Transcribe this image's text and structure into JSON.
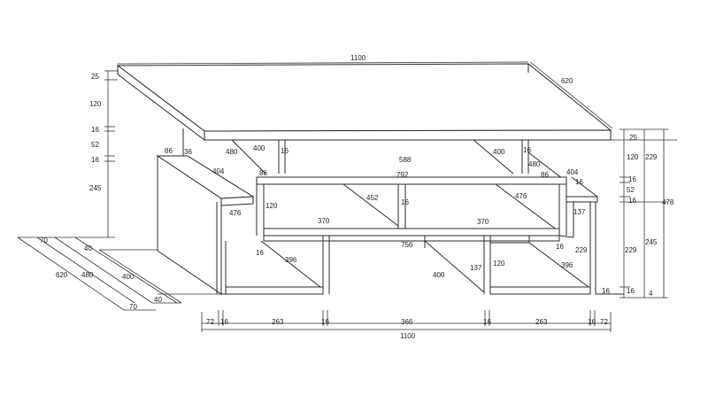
{
  "labels": {
    "top_width": "1100",
    "top_depth": "620",
    "top_thick_left": "25",
    "gap_left_120": "120",
    "board_left_16a": "16",
    "gap_left_52": "52",
    "board_left_16b": "16",
    "height_left_245": "245",
    "top_thick_right": "25",
    "gap_right_120": "120",
    "board_right_16a": "16",
    "gap_right_52": "52",
    "board_right_16b": "16",
    "gap_right_229": "229",
    "board_right_16c": "16",
    "foot_right_4": "4",
    "total_229": "229",
    "total_478": "478",
    "total_245": "245",
    "upper_400_left": "400",
    "upper_480_left": "480",
    "upper_16_left": "16",
    "upper_588": "588",
    "upper_400_right": "400",
    "upper_16_right": "16",
    "upper_480_right": "480",
    "side_86_left": "86",
    "side_36": "36",
    "side_404_left": "404",
    "side_86_mid": "86",
    "mid_792": "792",
    "side_86_right": "86",
    "side_404_right": "404",
    "side_16_right": "16",
    "mid_476_left": "476",
    "mid_120": "120",
    "mid_452": "452",
    "mid_16": "16",
    "mid_476_right": "476",
    "mid_137_right": "137",
    "mid_370_left": "370",
    "mid_370_right": "370",
    "low_756": "756",
    "low_16_left": "16",
    "low_16_right": "16",
    "low_396_left": "396",
    "low_229": "229",
    "low_137": "137",
    "low_120": "120",
    "low_400": "400",
    "low_396_right": "396",
    "low_16_corner": "16",
    "plan_70_top": "70",
    "plan_40_top": "40",
    "plan_620": "620",
    "plan_480": "480",
    "plan_400": "400",
    "plan_40_bottom": "40",
    "plan_70_bottom": "70",
    "bottom_72_left": "72",
    "bottom_16_a": "16",
    "bottom_263_left": "263",
    "bottom_16_b": "16",
    "bottom_366": "366",
    "bottom_16_c": "16",
    "bottom_263_right": "263",
    "bottom_16_d": "16",
    "bottom_72_right": "72",
    "bottom_total": "1100"
  }
}
